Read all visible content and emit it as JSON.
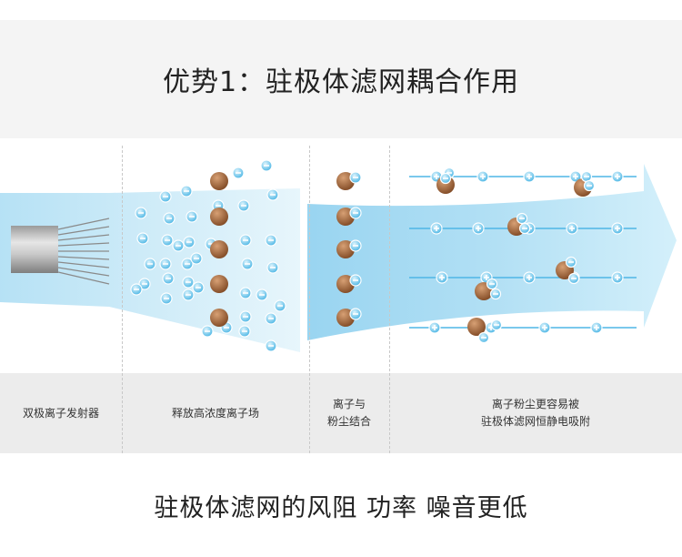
{
  "title": "优势1：驻极体滤网耦合作用",
  "stages": [
    {
      "label": "双极离子发射器"
    },
    {
      "label": "释放高浓度离子场"
    },
    {
      "label_line1": "离子与",
      "label_line2": "粉尘结合"
    },
    {
      "label_line1": "离子粉尘更容易被",
      "label_line2": "驻极体滤网恒静电吸附"
    }
  ],
  "subtitle": "驻极体滤网的风阻 功率 噪音更低",
  "colors": {
    "ion_blue": "#5cc3ea",
    "dust_brown": "#a86a3c",
    "flow_blue": "#bfe6f7",
    "header_bg": "#f4f4f4",
    "label_bg": "#ececec"
  }
}
